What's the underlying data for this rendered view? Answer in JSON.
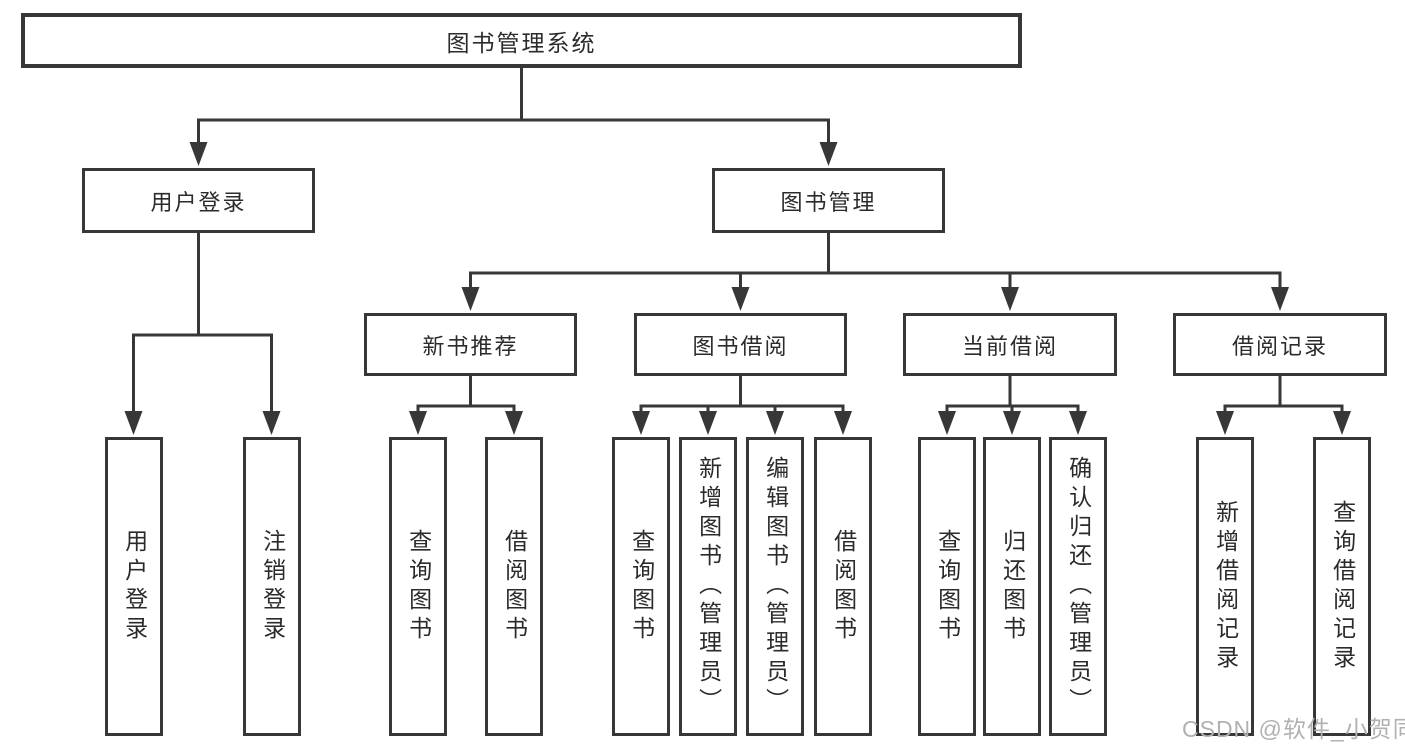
{
  "diagram": {
    "root": {
      "label": "图书管理系统"
    },
    "branches": [
      {
        "label": "用户登录",
        "children": [
          {
            "label": "用户登录"
          },
          {
            "label": "注销登录"
          }
        ]
      },
      {
        "label": "图书管理",
        "children": [
          {
            "label": "新书推荐",
            "children": [
              {
                "label": "查询图书"
              },
              {
                "label": "借阅图书"
              }
            ]
          },
          {
            "label": "图书借阅",
            "children": [
              {
                "label": "查询图书"
              },
              {
                "label": "新增图书（管理员）"
              },
              {
                "label": "编辑图书（管理员）"
              },
              {
                "label": "借阅图书"
              }
            ]
          },
          {
            "label": "当前借阅",
            "children": [
              {
                "label": "查询图书"
              },
              {
                "label": "归还图书"
              },
              {
                "label": "确认归还（管理员）"
              }
            ]
          },
          {
            "label": "借阅记录",
            "children": [
              {
                "label": "新增借阅记录"
              },
              {
                "label": "查询借阅记录"
              }
            ]
          }
        ]
      }
    ]
  },
  "watermark": {
    "text": "CSDN @软件_小贺同学"
  },
  "colors": {
    "line": "#373737",
    "box_border": "#373737",
    "text": "#2b2b2b",
    "watermark": "#b1b1b1",
    "background": "#ffffff"
  }
}
